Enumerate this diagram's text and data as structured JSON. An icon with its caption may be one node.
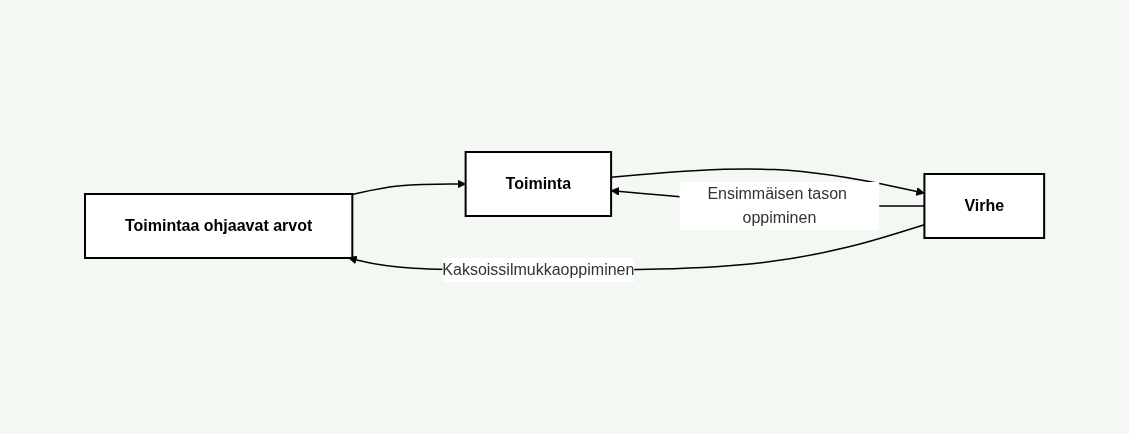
{
  "diagram": {
    "nodes": [
      {
        "text": [
          "Toimintaa ohjaavat arvot"
        ]
      },
      {
        "text": [
          "Toiminta"
        ]
      },
      {
        "text": [
          "Virhe"
        ]
      }
    ],
    "edges": [
      {
        "from": 0,
        "to": 1,
        "arrow": "to"
      },
      {
        "from": 1,
        "to": 2,
        "arrow": "to"
      },
      {
        "from": 2,
        "to": 1,
        "arrow": "to",
        "label": "Ensimmäisen tason oppiminen"
      },
      {
        "from": 2,
        "to": 0,
        "arrow": "to",
        "label": "Kaksoissilmukkaoppiminen"
      }
    ]
  }
}
